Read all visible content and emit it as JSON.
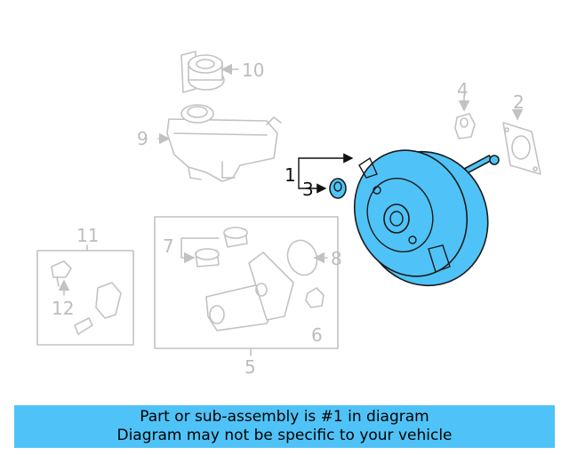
{
  "callouts": {
    "c1": "1",
    "c2": "2",
    "c3": "3",
    "c4": "4",
    "c5": "5",
    "c6": "6",
    "c7": "7",
    "c8": "8",
    "c9": "9",
    "c10": "10",
    "c11": "11",
    "c12": "12"
  },
  "highlight_color": "#4fc3f7",
  "banner": {
    "line1": "Part or sub-assembly is #1 in diagram",
    "line2": "Diagram may not be specific to your vehicle"
  }
}
